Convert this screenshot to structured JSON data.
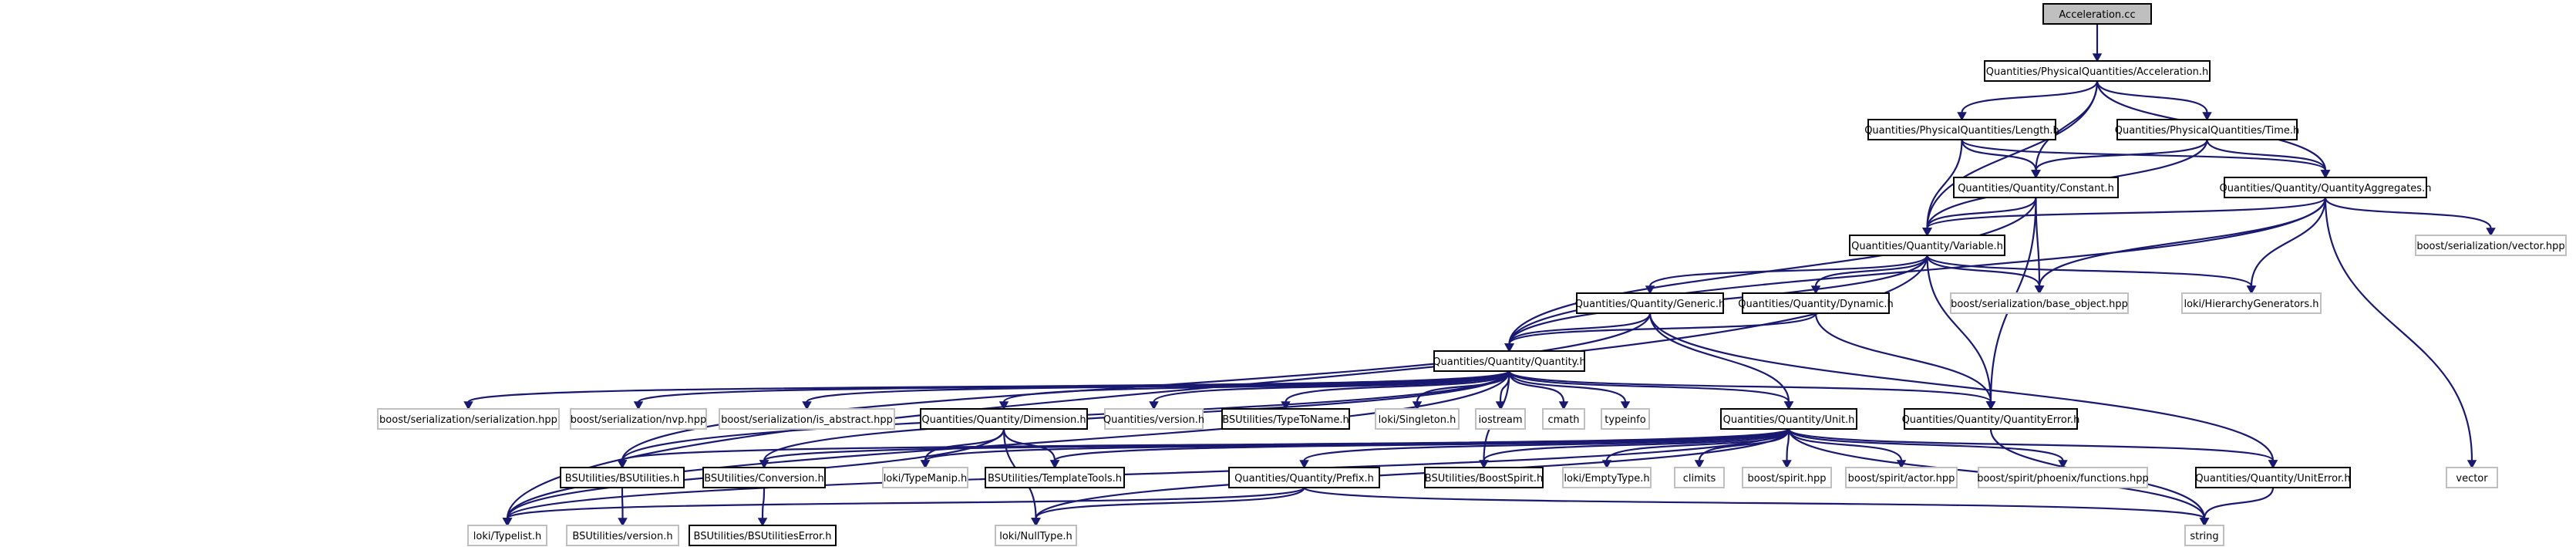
{
  "diagram": {
    "colors": {
      "root_fill": "#bfbfbf",
      "documented_border": "#000000",
      "external_border": "#bfbfbf",
      "edge": "#191970"
    },
    "nodes": [
      {
        "id": "acc_cc",
        "label": "Acceleration.cc",
        "kind": "root"
      },
      {
        "id": "acc_h",
        "label": "Quantities/PhysicalQuantities/Acceleration.h",
        "kind": "documented"
      },
      {
        "id": "length_h",
        "label": "Quantities/PhysicalQuantities/Length.h",
        "kind": "documented"
      },
      {
        "id": "time_h",
        "label": "Quantities/PhysicalQuantities/Time.h",
        "kind": "documented"
      },
      {
        "id": "constant_h",
        "label": "Quantities/Quantity/Constant.h",
        "kind": "documented"
      },
      {
        "id": "qagg_h",
        "label": "Quantities/Quantity/QuantityAggregates.h",
        "kind": "documented"
      },
      {
        "id": "variable_h",
        "label": "Quantities/Quantity/Variable.h",
        "kind": "documented"
      },
      {
        "id": "ser_vector",
        "label": "boost/serialization/vector.hpp",
        "kind": "external"
      },
      {
        "id": "ser_base",
        "label": "boost/serialization/base_object.hpp",
        "kind": "external"
      },
      {
        "id": "loki_hier",
        "label": "loki/HierarchyGenerators.h",
        "kind": "external"
      },
      {
        "id": "generic_h",
        "label": "Quantities/Quantity/Generic.h",
        "kind": "documented"
      },
      {
        "id": "dynamic_h",
        "label": "Quantities/Quantity/Dynamic.h",
        "kind": "documented"
      },
      {
        "id": "quantity_h",
        "label": "Quantities/Quantity/Quantity.h",
        "kind": "documented"
      },
      {
        "id": "ser_ser",
        "label": "boost/serialization/serialization.hpp",
        "kind": "external"
      },
      {
        "id": "ser_nvp",
        "label": "boost/serialization/nvp.hpp",
        "kind": "external"
      },
      {
        "id": "ser_isab",
        "label": "boost/serialization/is_abstract.hpp",
        "kind": "external"
      },
      {
        "id": "dimension_h",
        "label": "Quantities/Quantity/Dimension.h",
        "kind": "documented"
      },
      {
        "id": "qversion",
        "label": "Quantities/version.h",
        "kind": "external"
      },
      {
        "id": "typetoname",
        "label": "BSUtilities/TypeToName.h",
        "kind": "documented"
      },
      {
        "id": "singleton",
        "label": "loki/Singleton.h",
        "kind": "external"
      },
      {
        "id": "iostream",
        "label": "iostream",
        "kind": "external"
      },
      {
        "id": "cmath",
        "label": "cmath",
        "kind": "external"
      },
      {
        "id": "typeinfo",
        "label": "typeinfo",
        "kind": "external"
      },
      {
        "id": "unit_h",
        "label": "Quantities/Quantity/Unit.h",
        "kind": "documented"
      },
      {
        "id": "qerror_h",
        "label": "Quantities/Quantity/QuantityError.h",
        "kind": "documented"
      },
      {
        "id": "bsutil_h",
        "label": "BSUtilities/BSUtilities.h",
        "kind": "documented"
      },
      {
        "id": "conversion_h",
        "label": "BSUtilities/Conversion.h",
        "kind": "documented"
      },
      {
        "id": "typemanip",
        "label": "loki/TypeManip.h",
        "kind": "external"
      },
      {
        "id": "templatetools",
        "label": "BSUtilities/TemplateTools.h",
        "kind": "documented"
      },
      {
        "id": "prefix_h",
        "label": "Quantities/Quantity/Prefix.h",
        "kind": "documented"
      },
      {
        "id": "boostspirit_h",
        "label": "BSUtilities/BoostSpirit.h",
        "kind": "documented"
      },
      {
        "id": "emptytype",
        "label": "loki/EmptyType.h",
        "kind": "external"
      },
      {
        "id": "climits",
        "label": "climits",
        "kind": "external"
      },
      {
        "id": "spirit",
        "label": "boost/spirit.hpp",
        "kind": "external"
      },
      {
        "id": "spirit_actor",
        "label": "boost/spirit/actor.hpp",
        "kind": "external"
      },
      {
        "id": "phoenix_fn",
        "label": "boost/spirit/phoenix/functions.hpp",
        "kind": "external"
      },
      {
        "id": "uniterror_h",
        "label": "Quantities/Quantity/UnitError.h",
        "kind": "documented"
      },
      {
        "id": "vector",
        "label": "vector",
        "kind": "external"
      },
      {
        "id": "typelist",
        "label": "loki/Typelist.h",
        "kind": "external"
      },
      {
        "id": "bsversion",
        "label": "BSUtilities/version.h",
        "kind": "external"
      },
      {
        "id": "bserror_h",
        "label": "BSUtilities/BSUtilitiesError.h",
        "kind": "documented"
      },
      {
        "id": "nulltype",
        "label": "loki/NullType.h",
        "kind": "external"
      },
      {
        "id": "string",
        "label": "string",
        "kind": "external"
      }
    ],
    "edges": [
      [
        "acc_cc",
        "acc_h"
      ],
      [
        "acc_h",
        "length_h"
      ],
      [
        "acc_h",
        "time_h"
      ],
      [
        "acc_h",
        "constant_h"
      ],
      [
        "acc_h",
        "variable_h"
      ],
      [
        "acc_h",
        "qagg_h"
      ],
      [
        "length_h",
        "constant_h"
      ],
      [
        "length_h",
        "variable_h"
      ],
      [
        "length_h",
        "qagg_h"
      ],
      [
        "time_h",
        "constant_h"
      ],
      [
        "time_h",
        "variable_h"
      ],
      [
        "time_h",
        "qagg_h"
      ],
      [
        "constant_h",
        "variable_h"
      ],
      [
        "constant_h",
        "quantity_h"
      ],
      [
        "constant_h",
        "ser_base"
      ],
      [
        "constant_h",
        "qerror_h"
      ],
      [
        "qagg_h",
        "variable_h"
      ],
      [
        "qagg_h",
        "ser_vector"
      ],
      [
        "qagg_h",
        "ser_base"
      ],
      [
        "qagg_h",
        "loki_hier"
      ],
      [
        "qagg_h",
        "quantity_h"
      ],
      [
        "qagg_h",
        "vector"
      ],
      [
        "variable_h",
        "generic_h"
      ],
      [
        "variable_h",
        "dynamic_h"
      ],
      [
        "variable_h",
        "quantity_h"
      ],
      [
        "variable_h",
        "ser_base"
      ],
      [
        "variable_h",
        "loki_hier"
      ],
      [
        "variable_h",
        "qerror_h"
      ],
      [
        "variable_h",
        "typelist"
      ],
      [
        "generic_h",
        "quantity_h"
      ],
      [
        "generic_h",
        "unit_h"
      ],
      [
        "generic_h",
        "bsutil_h"
      ],
      [
        "generic_h",
        "uniterror_h"
      ],
      [
        "dynamic_h",
        "quantity_h"
      ],
      [
        "dynamic_h",
        "qerror_h"
      ],
      [
        "quantity_h",
        "ser_ser"
      ],
      [
        "quantity_h",
        "ser_nvp"
      ],
      [
        "quantity_h",
        "ser_isab"
      ],
      [
        "quantity_h",
        "dimension_h"
      ],
      [
        "quantity_h",
        "qversion"
      ],
      [
        "quantity_h",
        "typetoname"
      ],
      [
        "quantity_h",
        "singleton"
      ],
      [
        "quantity_h",
        "iostream"
      ],
      [
        "quantity_h",
        "cmath"
      ],
      [
        "quantity_h",
        "typeinfo"
      ],
      [
        "quantity_h",
        "unit_h"
      ],
      [
        "quantity_h",
        "qerror_h"
      ],
      [
        "quantity_h",
        "bsutil_h"
      ],
      [
        "quantity_h",
        "conversion_h"
      ],
      [
        "quantity_h",
        "typelist"
      ],
      [
        "quantity_h",
        "boostspirit_h"
      ],
      [
        "dimension_h",
        "typemanip"
      ],
      [
        "dimension_h",
        "templatetools"
      ],
      [
        "dimension_h",
        "typelist"
      ],
      [
        "dimension_h",
        "nulltype"
      ],
      [
        "unit_h",
        "prefix_h"
      ],
      [
        "unit_h",
        "boostspirit_h"
      ],
      [
        "unit_h",
        "emptytype"
      ],
      [
        "unit_h",
        "climits"
      ],
      [
        "unit_h",
        "spirit"
      ],
      [
        "unit_h",
        "spirit_actor"
      ],
      [
        "unit_h",
        "phoenix_fn"
      ],
      [
        "unit_h",
        "uniterror_h"
      ],
      [
        "unit_h",
        "conversion_h"
      ],
      [
        "unit_h",
        "typemanip"
      ],
      [
        "unit_h",
        "templatetools"
      ],
      [
        "unit_h",
        "typelist"
      ],
      [
        "unit_h",
        "nulltype"
      ],
      [
        "unit_h",
        "string"
      ],
      [
        "unit_h",
        "bsutil_h"
      ],
      [
        "qerror_h",
        "string"
      ],
      [
        "bsutil_h",
        "bsversion"
      ],
      [
        "conversion_h",
        "bserror_h"
      ],
      [
        "prefix_h",
        "typelist"
      ],
      [
        "prefix_h",
        "nulltype"
      ],
      [
        "prefix_h",
        "string"
      ],
      [
        "uniterror_h",
        "string"
      ]
    ]
  }
}
